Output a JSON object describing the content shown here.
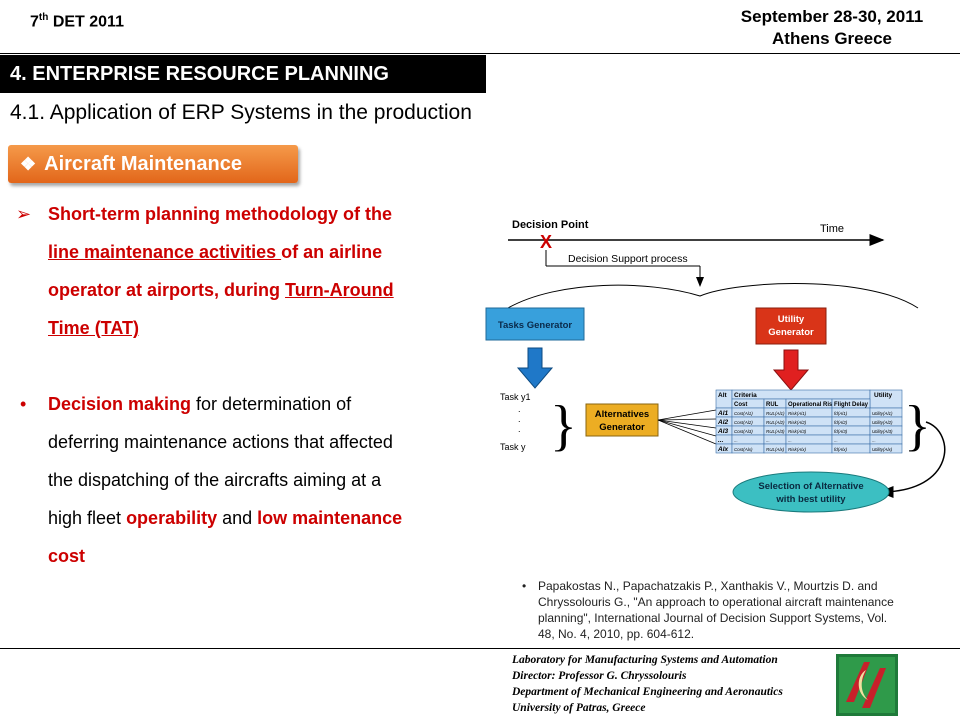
{
  "header": {
    "conf_num": "7",
    "conf_sup": "th",
    "conf_name": "DET 2011",
    "date": "September 28-30, 2011",
    "place": "Athens Greece"
  },
  "section_title": "4. ENTERPRISE RESOURCE PLANNING",
  "subsection_title": "4.1. Application of ERP Systems in the production",
  "badge": {
    "icon": "diamond-star-icon",
    "label": "Aircraft Maintenance",
    "color": "#e8711f"
  },
  "bullet1": {
    "line1": "Short-term planning methodology of the",
    "line2_u": "line maintenance activities ",
    "line2_rest": "of an airline",
    "line3_a": "operator at airports, during ",
    "line3_u": "Turn-Around",
    "line4_u": "Time (TAT)"
  },
  "bullet2": {
    "l1_red": "Decision making",
    "l1_rest": " for determination of",
    "l2": "deferring maintenance actions that affected",
    "l3": "the dispatching of the aircrafts aiming at a",
    "l4_a": "high fleet ",
    "l4_red1": "operability",
    "l4_b": " and ",
    "l4_red2": "low maintenance",
    "l5_red": "cost"
  },
  "diagram": {
    "decision_point": "Decision Point",
    "time": "Time",
    "x_mark": "X",
    "support_process": "Decision Support process",
    "tasks_generator": "Tasks Generator",
    "utility_generator_1": "Utility",
    "utility_generator_2": "Generator",
    "task_y1": "Task y1",
    "task_y": "Task y",
    "alternatives_1": "Alternatives",
    "alternatives_2": "Generator",
    "selection_1": "Selection of Alternative",
    "selection_2": "with best utility",
    "table": {
      "h_alt": "Alt",
      "h_criteria": "Criteria",
      "h_utility": "Utility",
      "cols": [
        "Cost",
        "RUL",
        "Operational Risk",
        "Flight Delay"
      ],
      "rows": [
        {
          "alt": "Al1",
          "cells": [
            "Cost(Al1)",
            "RUL(Al1)",
            "Risk(Al1)",
            "fd(Al1)"
          ],
          "u": "Utility(Al1)"
        },
        {
          "alt": "Al2",
          "cells": [
            "Cost(Al2)",
            "RUL(Al2)",
            "Risk(Al2)",
            "fd(Al2)"
          ],
          "u": "Utility(Al2)"
        },
        {
          "alt": "Al3",
          "cells": [
            "Cost(Al3)",
            "RUL(Al3)",
            "Risk(Al3)",
            "fd(Al3)"
          ],
          "u": "Utility(Al3)"
        },
        {
          "alt": "...",
          "cells": [
            "...",
            "...",
            "...",
            "..."
          ],
          "u": "..."
        },
        {
          "alt": "Alx",
          "cells": [
            "Cost(Alx)",
            "RUL(Alx)",
            "Risk(Alx)",
            "fd(Alx)"
          ],
          "u": "Utility(Alx)"
        }
      ]
    }
  },
  "reference": {
    "l1": "Papakostas N., Papachatzakis P., Xanthakis V., Mourtzis D. and",
    "l2": "Chryssolouris G., \"An approach to operational aircraft maintenance",
    "l3": "planning\", International Journal of Decision Support Systems, Vol.",
    "l4": "48, No. 4, 2010, pp. 604-612."
  },
  "footer": {
    "l1": "Laboratory for Manufacturing Systems and Automation",
    "l2": "Director: Professor G. Chryssolouris",
    "l3": "Department of Mechanical Engineering and Aeronautics",
    "l4": "University of Patras, Greece",
    "logo": "lms-logo-icon"
  },
  "colors": {
    "accent_red": "#cc0000",
    "tasks_blue": "#38a0dc",
    "utility_red": "#d93418",
    "alt_gold": "#ecad23",
    "selection_teal": "#3cbfc2"
  }
}
